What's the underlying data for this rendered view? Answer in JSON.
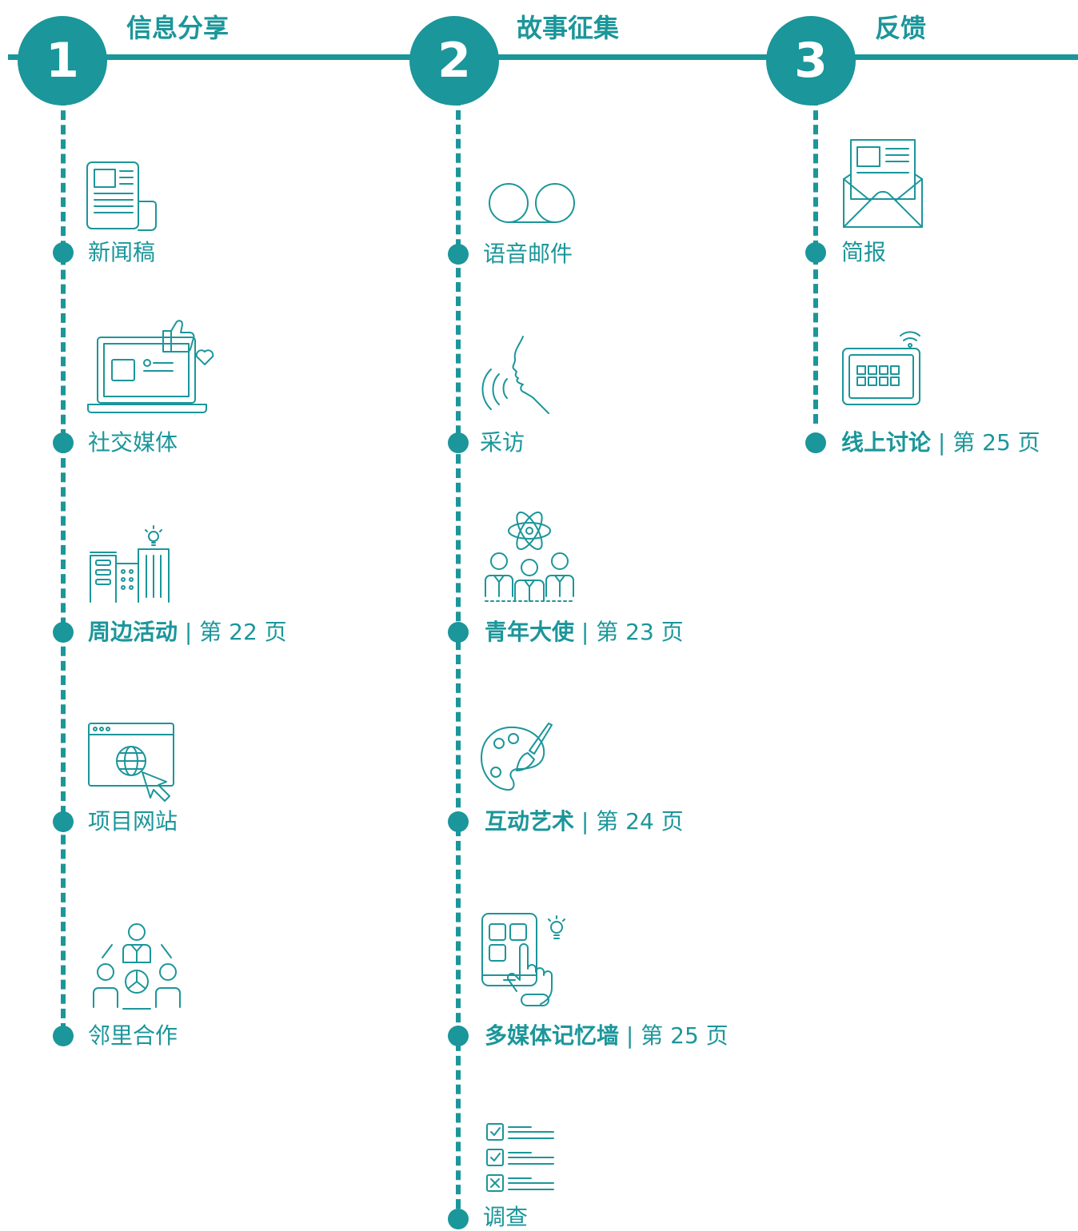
{
  "accent_color": "#1b969a",
  "steps": [
    {
      "number": "1",
      "title": "信息分享"
    },
    {
      "number": "2",
      "title": "故事征集"
    },
    {
      "number": "3",
      "title": "反馈"
    }
  ],
  "items": {
    "press_release": {
      "name": "新闻稿",
      "icon": "newspaper-icon"
    },
    "social_media": {
      "name": "社交媒体",
      "icon": "laptop-like-heart-icon"
    },
    "local_events": {
      "name": "周边活动",
      "page": "第 22 页",
      "icon": "buildings-lightbulb-icon"
    },
    "project_website": {
      "name": "项目网站",
      "icon": "browser-globe-cursor-icon"
    },
    "neighborhood_collab": {
      "name": "邻里合作",
      "icon": "people-network-icon"
    },
    "voicemail": {
      "name": "语音邮件",
      "icon": "voicemail-icon"
    },
    "interview": {
      "name": "采访",
      "icon": "speaking-face-icon"
    },
    "youth_ambassador": {
      "name": "青年大使",
      "page": "第 23 页",
      "icon": "youth-group-atom-icon"
    },
    "interactive_art": {
      "name": "互动艺术",
      "page": "第 24 页",
      "icon": "palette-brush-icon"
    },
    "multimedia_wall": {
      "name": "多媒体记忆墙",
      "page": "第 25 页",
      "icon": "touchscreen-hand-icon"
    },
    "survey": {
      "name": "调查",
      "icon": "checklist-icon"
    },
    "newsletter": {
      "name": "简报",
      "icon": "envelope-letter-icon"
    },
    "online_discussion": {
      "name": "线上讨论",
      "page": "第 25 页",
      "icon": "keyboard-screen-wifi-icon"
    }
  }
}
